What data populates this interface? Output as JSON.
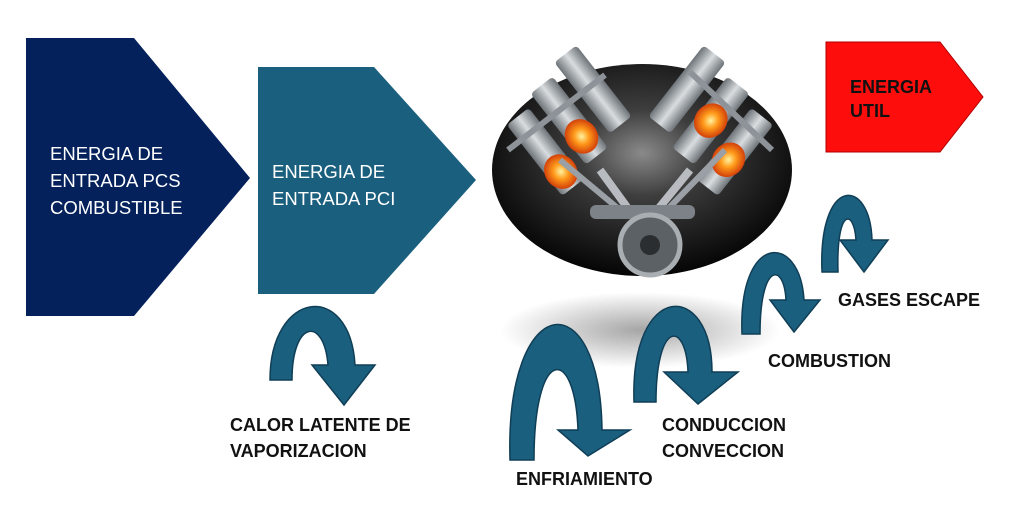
{
  "colors": {
    "input_pcs": "#04215c",
    "input_pci": "#1b5f7e",
    "useful": "#fd0e0d",
    "loss_arrow": "#1b5f7e",
    "loss_arrow_dark": "#0f3e56"
  },
  "stages": [
    {
      "id": "pcs",
      "text": "ENERGIA DE\nENTRADA PCS\nCOMBUSTIBLE"
    },
    {
      "id": "pci",
      "text": "ENERGIA DE\nENTRADA PCI"
    },
    {
      "id": "useful",
      "text": "ENERGIA\nUTIL"
    }
  ],
  "engine": {
    "icon": "v-engine-icon"
  },
  "losses": [
    {
      "id": "latent",
      "text": "CALOR LATENTE DE\nVAPORIZACION"
    },
    {
      "id": "cooling",
      "text": "ENFRIAMIENTO"
    },
    {
      "id": "conduction",
      "text": "CONDUCCION\nCONVECCION"
    },
    {
      "id": "combustion",
      "text": "COMBUSTION"
    },
    {
      "id": "exhaust",
      "text": "GASES ESCAPE"
    }
  ]
}
